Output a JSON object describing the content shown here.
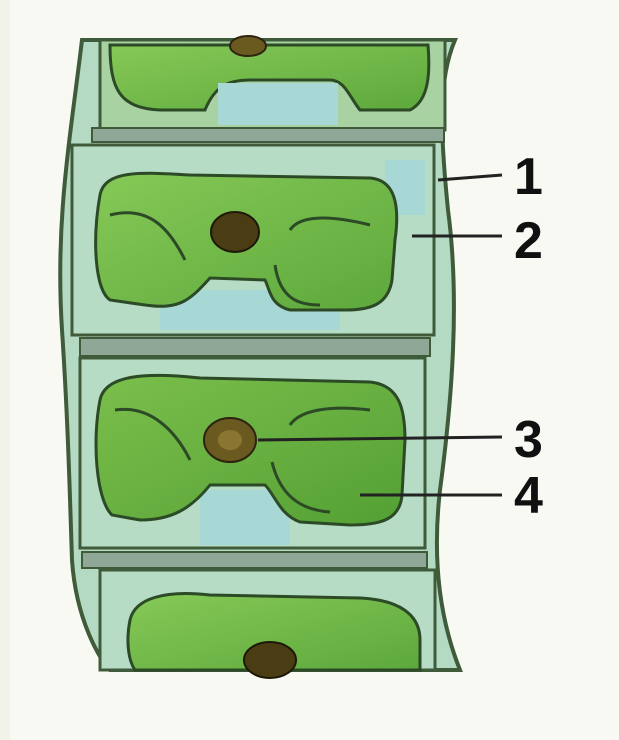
{
  "diagram": {
    "labels": [
      {
        "id": "1",
        "text": "1"
      },
      {
        "id": "2",
        "text": "2"
      },
      {
        "id": "3",
        "text": "3"
      },
      {
        "id": "4",
        "text": "4"
      }
    ],
    "colors": {
      "background": "#f9f9f4",
      "cell_wall": "#3f5b3a",
      "cell_fill": "#a9d2a3",
      "vacuole_blue": "#a8d8d6",
      "chloroplast_light": "#7cc04d",
      "chloroplast_dark": "#4f9a35",
      "nucleus": "#6b5a1f",
      "label_line": "#222222"
    }
  }
}
